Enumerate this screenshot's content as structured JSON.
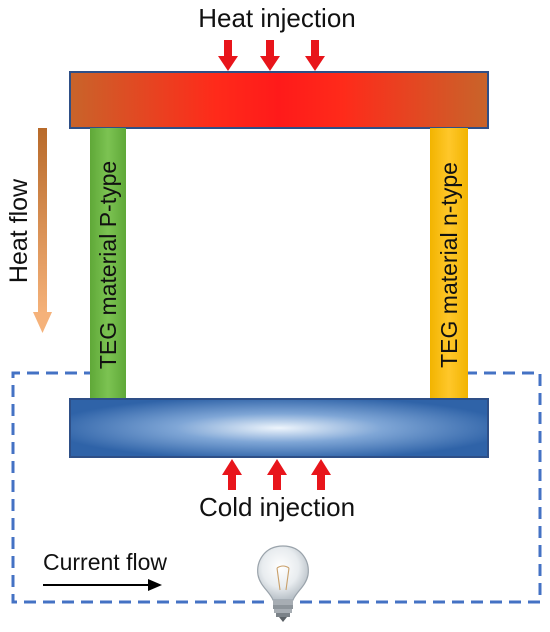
{
  "labels": {
    "heat_injection": "Heat injection",
    "cold_injection": "Cold injection",
    "heat_flow": "Heat flow",
    "p_type": "TEG material P-type",
    "n_type": "TEG material n-type",
    "current_flow": "Current flow"
  },
  "colors": {
    "hot_plate": "#ff1a1a",
    "hot_plate_edge": "#c8642a",
    "cold_plate": "#2f63a8",
    "cold_plate_center": "#e8f1fb",
    "p_type_leg": "#70b84a",
    "n_type_leg": "#ffc000",
    "injection_arrow": "#e8151b",
    "circuit_wire": "#4472c4",
    "heat_flow_top": "#b86a2a",
    "heat_flow_bottom": "#f5b27a"
  },
  "icons": {
    "bulb": "light-bulb-icon"
  }
}
